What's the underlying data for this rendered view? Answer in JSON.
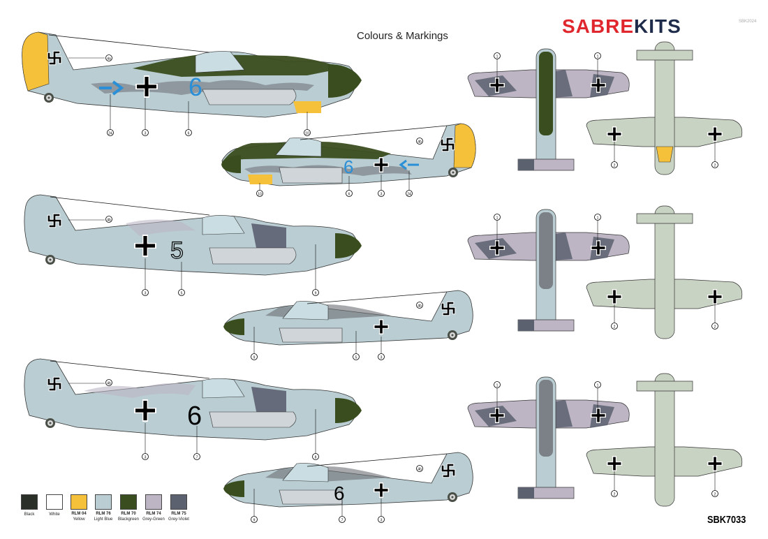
{
  "header": {
    "title": "Colours & Markings",
    "brand_left": "SABRE",
    "brand_right": "KITS",
    "small_code": "SBK2024"
  },
  "footer": {
    "product_code": "SBK7033"
  },
  "colors": {
    "brand_red": "#e0272e",
    "brand_navy": "#1e2b4a",
    "rlm76": "#b9cdd2",
    "rlm74": "#6b6e73",
    "rlm75": "#bdb5c4",
    "rlm70": "#3a4d1f",
    "rlm04": "#f5c13a",
    "marking_blue": "#2a8fd6",
    "underside_green": "#c9d3c3"
  },
  "palette": [
    {
      "code": "",
      "name": "Black",
      "color": "#2a2f28"
    },
    {
      "code": "",
      "name": "White",
      "color": "#ffffff"
    },
    {
      "code": "RLM 04",
      "name": "Yellow",
      "color": "#f5c13a"
    },
    {
      "code": "RLM 76",
      "name": "Light Blue",
      "color": "#b9cdd2"
    },
    {
      "code": "RLM 70",
      "name": "Blackgreen",
      "color": "#3a4d1f"
    },
    {
      "code": "RLM 74",
      "name": "Grey-Green",
      "color": "#bdb5c4"
    },
    {
      "code": "RLM 75",
      "name": "Grey-Violet",
      "color": "#5c6170"
    }
  ],
  "callouts": {
    "a1_left": [
      "24",
      "3",
      "6",
      "10"
    ],
    "a1_right": [
      "10",
      "6",
      "3",
      "24"
    ],
    "a1_fin": "4a",
    "a1_fin_r": "4b",
    "b_left": [
      "3",
      "5",
      "9"
    ],
    "b_right": [
      "9",
      "5",
      "3"
    ],
    "b_fin": "4b",
    "c_left": [
      "3",
      "7",
      "8"
    ],
    "c_right": [
      "9",
      "7",
      "3"
    ],
    "c_fin": "4b",
    "plan_top": [
      "1",
      "1"
    ],
    "plan_bottom": [
      "2",
      "2"
    ]
  },
  "fuselage_codes": {
    "a": "6",
    "b": "5",
    "c": "6"
  }
}
